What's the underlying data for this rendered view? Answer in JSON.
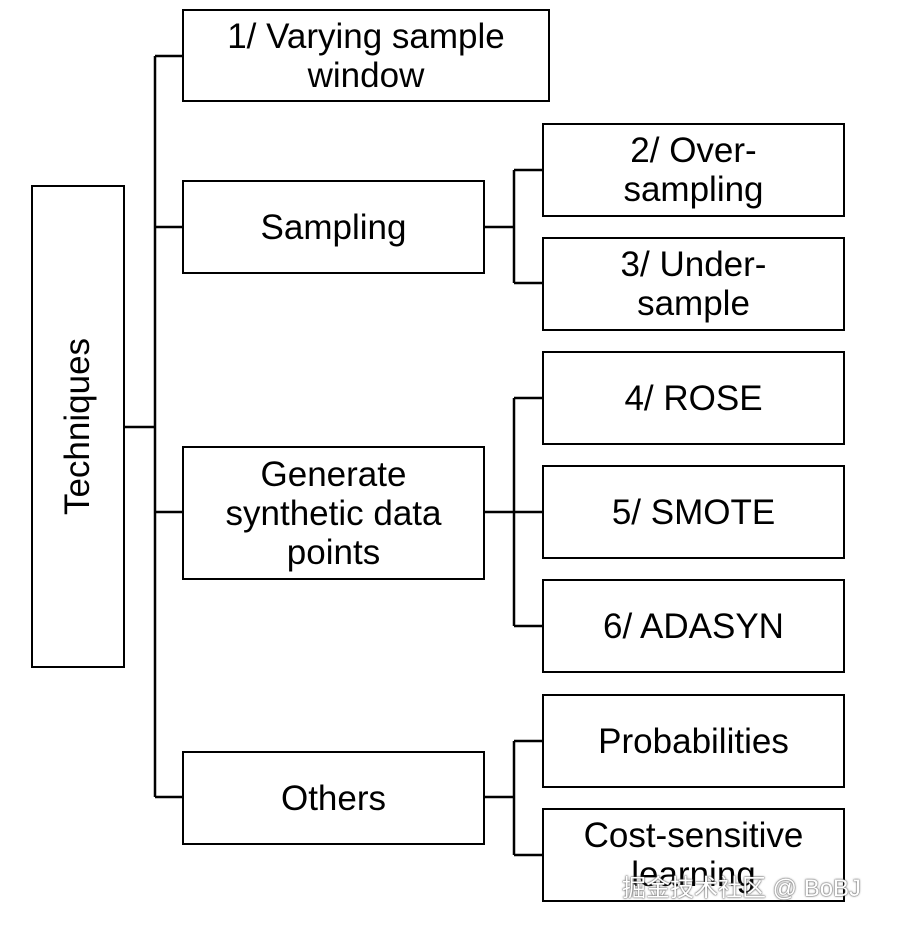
{
  "root": {
    "label": "Techniques"
  },
  "nodes": {
    "varying_window": "1/ Varying sample\nwindow",
    "sampling": "Sampling",
    "over_sampling": "2/ Over-\nsampling",
    "under_sample": "3/ Under-\nsample",
    "synthetic": "Generate\nsynthetic data\npoints",
    "rose": "4/ ROSE",
    "smote": "5/ SMOTE",
    "adasyn": "6/ ADASYN",
    "others": "Others",
    "probabilities": "Probabilities",
    "cost_sensitive": "Cost-sensitive\nlearning"
  },
  "watermark": "掘金技术社区 @ BoBJ",
  "colors": {
    "line": "#000000",
    "background": "#ffffff"
  }
}
